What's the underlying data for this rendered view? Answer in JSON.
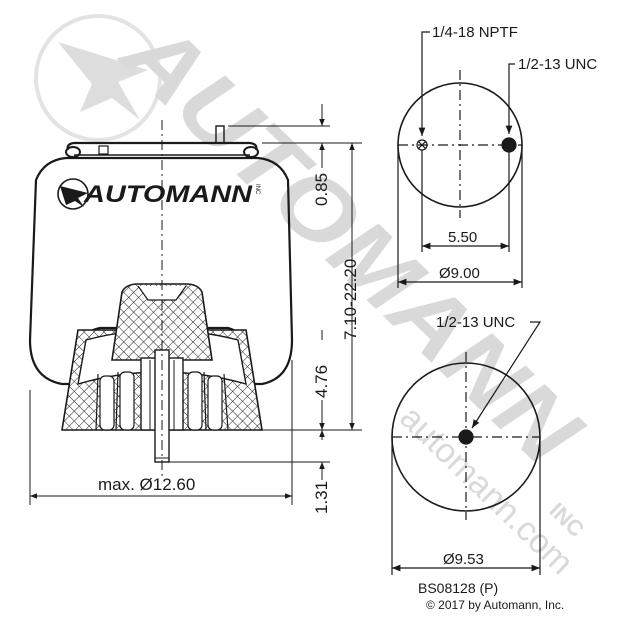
{
  "watermark": {
    "brand_large": "AUTOMANN",
    "brand_url": "automann.com",
    "brand_suffix": "INC",
    "color": "#d6d6d6"
  },
  "side_view": {
    "logo_text": "AUTOMANN",
    "logo_suffix": "INC",
    "dim_top": "0.85",
    "dim_height_range": "7.10-22.20",
    "dim_piston": "4.76",
    "dim_stud": "1.31",
    "dim_max_diameter": "max. Ø12.60"
  },
  "top_view": {
    "label_port": "1/4-18 NPTF",
    "label_stud": "1/2-13 UNC",
    "dim_spacing": "5.50",
    "dim_diameter": "Ø9.00"
  },
  "bottom_view": {
    "label_stud": "1/2-13 UNC",
    "dim_diameter": "Ø9.53"
  },
  "footer": {
    "part_number": "BS08128 (P)",
    "copyright": "© 2017 by Automann, Inc."
  },
  "colors": {
    "line": "#1a1a1a",
    "watermark": "#d6d6d6"
  }
}
